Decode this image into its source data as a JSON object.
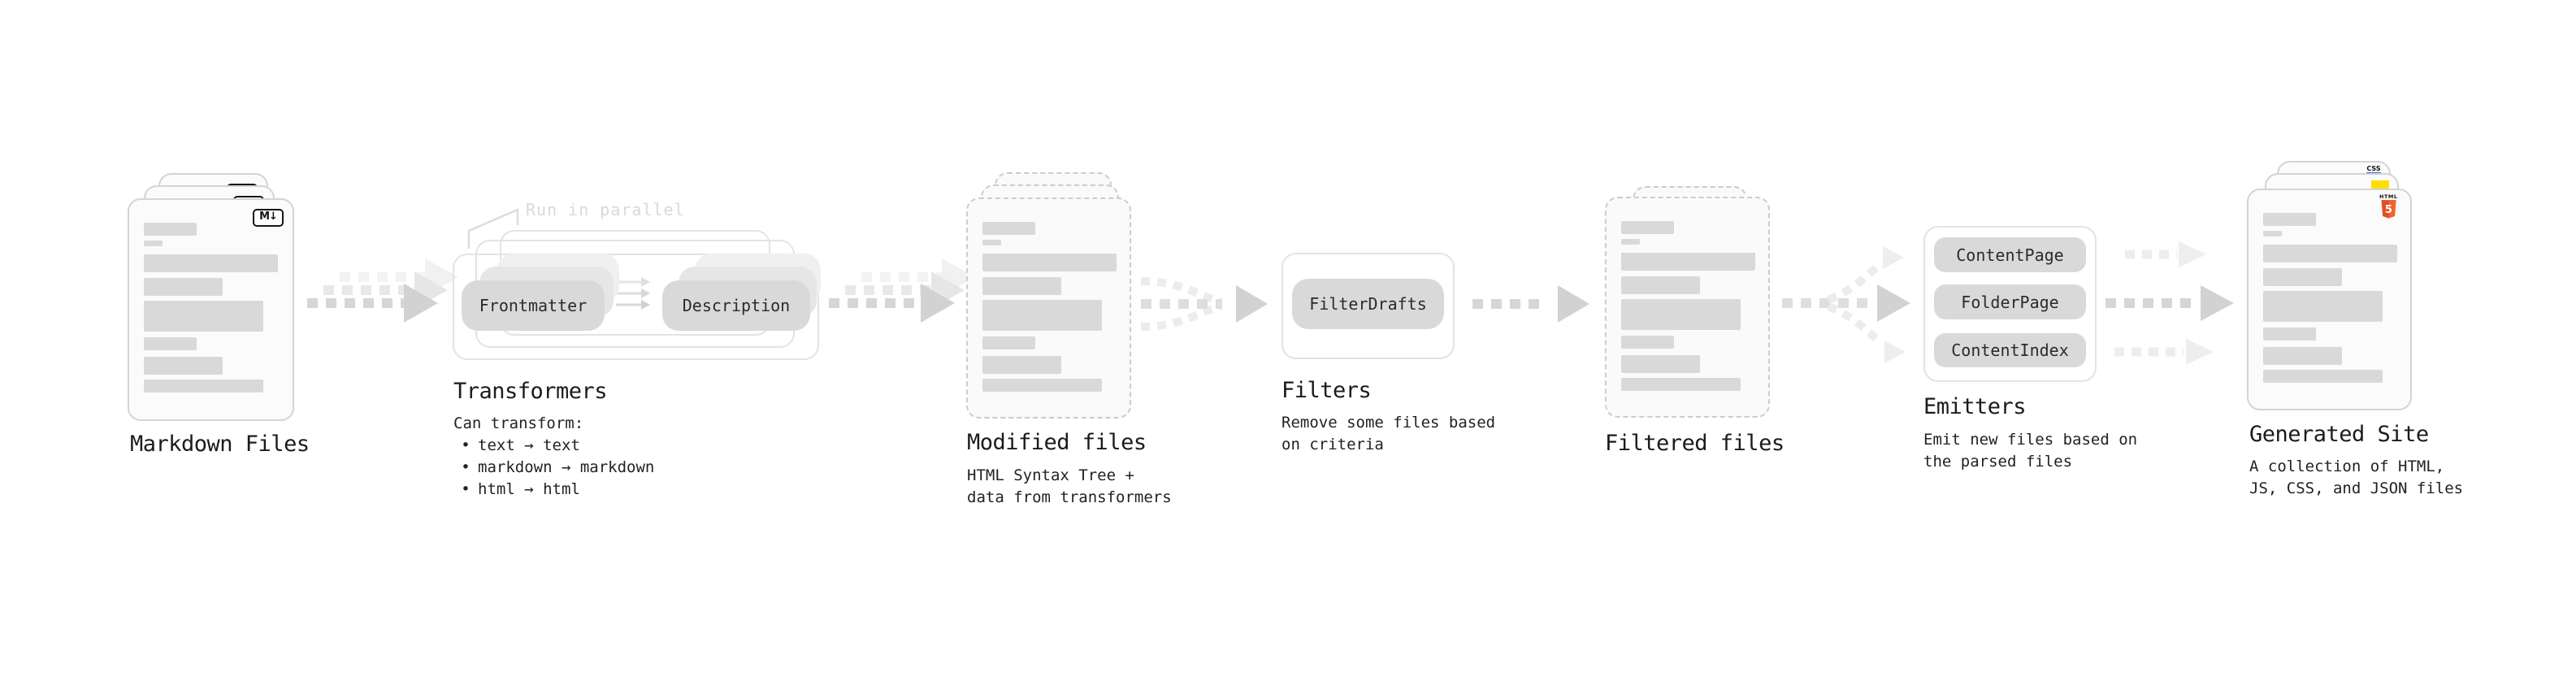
{
  "markdown_files": {
    "label": "Markdown Files",
    "badge": "M↓"
  },
  "transformers": {
    "title": "Transformers",
    "callout": "Run in parallel",
    "pill_left": "Frontmatter",
    "pill_right": "Description",
    "desc_heading": "Can transform:",
    "bullet_char": "•",
    "bullets": [
      "text → text",
      "markdown → markdown",
      "html → html"
    ]
  },
  "modified_files": {
    "title": "Modified files",
    "desc": [
      "HTML Syntax Tree +",
      "data from transformers"
    ]
  },
  "filters": {
    "title": "Filters",
    "pill": "FilterDrafts",
    "desc": [
      "Remove some files based",
      "on criteria"
    ]
  },
  "filtered_files": {
    "title": "Filtered files"
  },
  "emitters": {
    "title": "Emitters",
    "pills": [
      "ContentPage",
      "FolderPage",
      "ContentIndex"
    ],
    "desc": [
      "Emit new files based on",
      "the parsed files"
    ]
  },
  "generated_site": {
    "title": "Generated Site",
    "desc": [
      "A collection of HTML,",
      "JS, CSS, and JSON files"
    ],
    "badge_css": "CSS",
    "badge_html": "HTML",
    "badge_five": "5"
  },
  "colors": {
    "html5_orange": "#e44d26",
    "html5_orange_light": "#f16529",
    "js_yellow": "#ffde00",
    "css_blue": "#2f6bff",
    "pill_gray": "#d9d9d9",
    "arrow_gray": "#d6d6d6"
  }
}
